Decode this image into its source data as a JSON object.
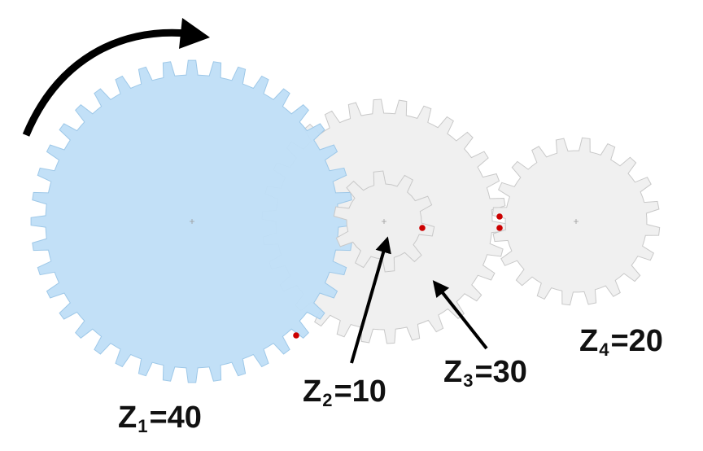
{
  "colors": {
    "driver_fill": "#bfdff7",
    "driver_stroke": "#9ec8e8",
    "gear_fill": "#efefef",
    "gear_stroke": "#c8c8c8",
    "marker": "#cc0000",
    "arrow": "#000000",
    "label": "#111111"
  },
  "rotation_arrow_icon": "curved-arrow-clockwise",
  "gears": [
    {
      "id": "z1",
      "teeth": 40,
      "label_letter": "Z",
      "label_index": "1",
      "label_value": "=40"
    },
    {
      "id": "z2",
      "teeth": 10,
      "label_letter": "Z",
      "label_index": "2",
      "label_value": "=10"
    },
    {
      "id": "z3",
      "teeth": 30,
      "label_letter": "Z",
      "label_index": "3",
      "label_value": "=30"
    },
    {
      "id": "z4",
      "teeth": 20,
      "label_letter": "Z",
      "label_index": "4",
      "label_value": "=20"
    }
  ]
}
